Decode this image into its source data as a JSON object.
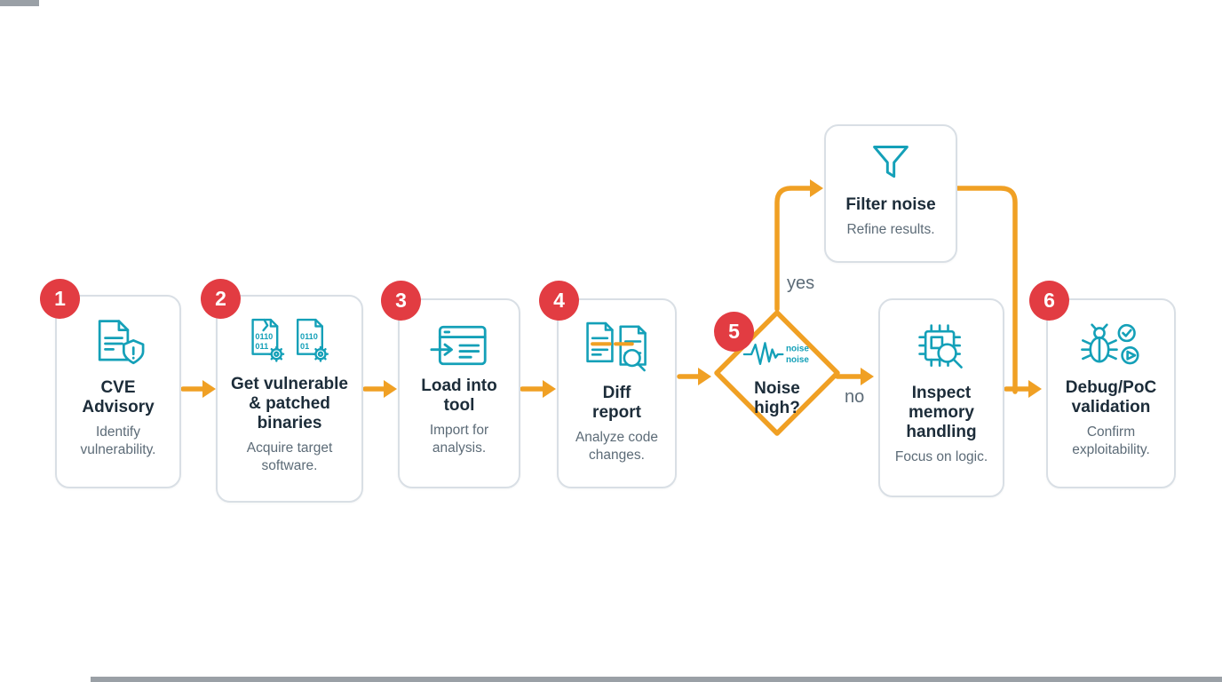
{
  "colors": {
    "badge_red": "#e23c42",
    "arrow_orange": "#f0a024",
    "icon_teal": "#14a0b8",
    "card_border": "#d9dfe5",
    "title_text": "#1c2c39",
    "subtitle_text": "#5c6b77"
  },
  "steps": [
    {
      "number": "1",
      "title": "CVE Advisory",
      "subtitle": "Identify vulnerability."
    },
    {
      "number": "2",
      "title": "Get vulnerable & patched binaries",
      "subtitle": "Acquire target software."
    },
    {
      "number": "3",
      "title": "Load into tool",
      "subtitle": "Import for analysis."
    },
    {
      "number": "4",
      "title": "Diff report",
      "subtitle": "Analyze code changes."
    },
    {
      "number": "5",
      "title": "Noise high?",
      "subtitle": ""
    },
    {
      "number": "6",
      "title": "Debug/PoC validation",
      "subtitle": "Confirm exploitability."
    }
  ],
  "decision": {
    "label": "Noise high?",
    "yes_label": "yes",
    "no_label": "no",
    "noise_text_top": "noise",
    "noise_text_bottom": "noise"
  },
  "yes_branch": {
    "title": "Filter noise",
    "subtitle": "Refine results."
  },
  "no_branch": {
    "title": "Inspect memory handling",
    "subtitle": "Focus on logic."
  },
  "icon_binary": {
    "doc1_line1": "0110",
    "doc1_line2": "011",
    "doc2_line1": "0110",
    "doc2_line2": "01"
  },
  "icons": {
    "step1": "document-shield-alert-icon",
    "step2": "binary-files-gear-icon",
    "step3": "import-window-icon",
    "step4": "diff-documents-magnifier-icon",
    "decision": "noise-waveform-icon",
    "yes_branch": "funnel-icon",
    "no_branch": "chip-magnifier-icon",
    "step6": "bug-validation-icon"
  }
}
